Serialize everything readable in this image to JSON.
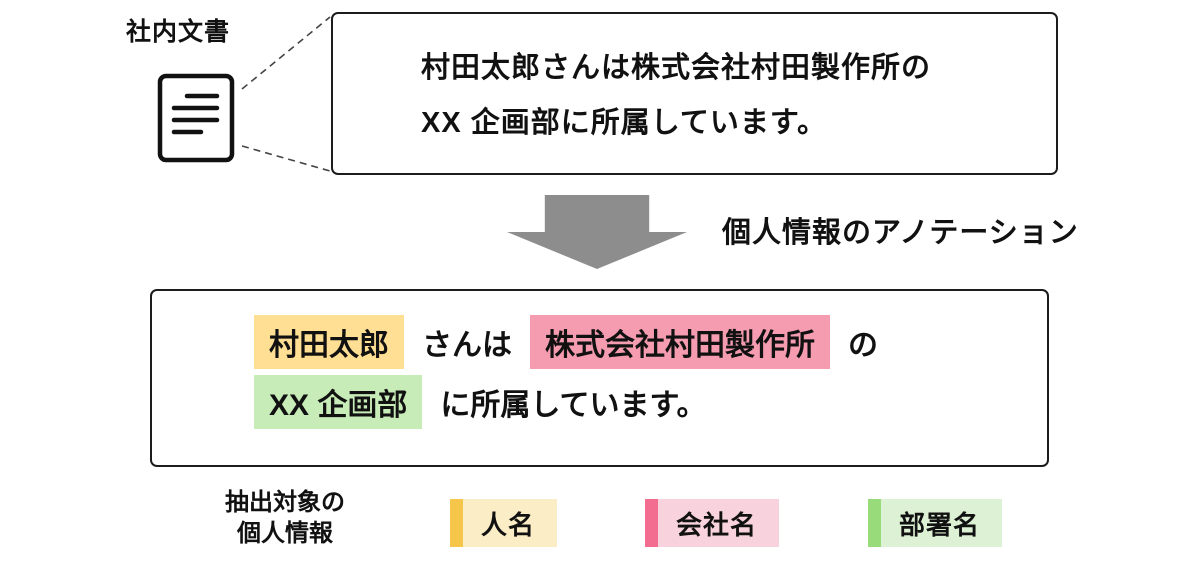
{
  "diagram": {
    "source_label": "社内文書",
    "source_box": {
      "line1": "村田太郎さんは株式会社村田製作所の",
      "line2": "XX 企画部に所属しています。"
    },
    "arrow_label": "個人情報のアノテーション",
    "annotated_box": {
      "line1": [
        {
          "text": "村田太郎",
          "entity": "person"
        },
        {
          "text": "さんは",
          "entity": "plain"
        },
        {
          "text": "株式会社村田製作所",
          "entity": "company"
        },
        {
          "text": "の",
          "entity": "plain"
        }
      ],
      "line2": [
        {
          "text": "XX 企画部",
          "entity": "department"
        },
        {
          "text": "に所属しています。",
          "entity": "plain"
        }
      ]
    },
    "legend": {
      "title_line1": "抽出対象の",
      "title_line2": "個人情報",
      "items": [
        {
          "label": "人名",
          "entity": "person"
        },
        {
          "label": "会社名",
          "entity": "company"
        },
        {
          "label": "部署名",
          "entity": "department"
        }
      ]
    }
  },
  "colors": {
    "person_highlight": "#FFDF94",
    "company_highlight": "#F59CB0",
    "department_highlight": "#C8ECB8",
    "person_legend_bar": "#F5C64A",
    "person_legend_bg": "#FBEDC6",
    "company_legend_bar": "#F26D8F",
    "company_legend_bg": "#F8D3DD",
    "department_legend_bar": "#97DB7B",
    "department_legend_bg": "#DDF2D4",
    "arrow": "#8D8D8D"
  }
}
